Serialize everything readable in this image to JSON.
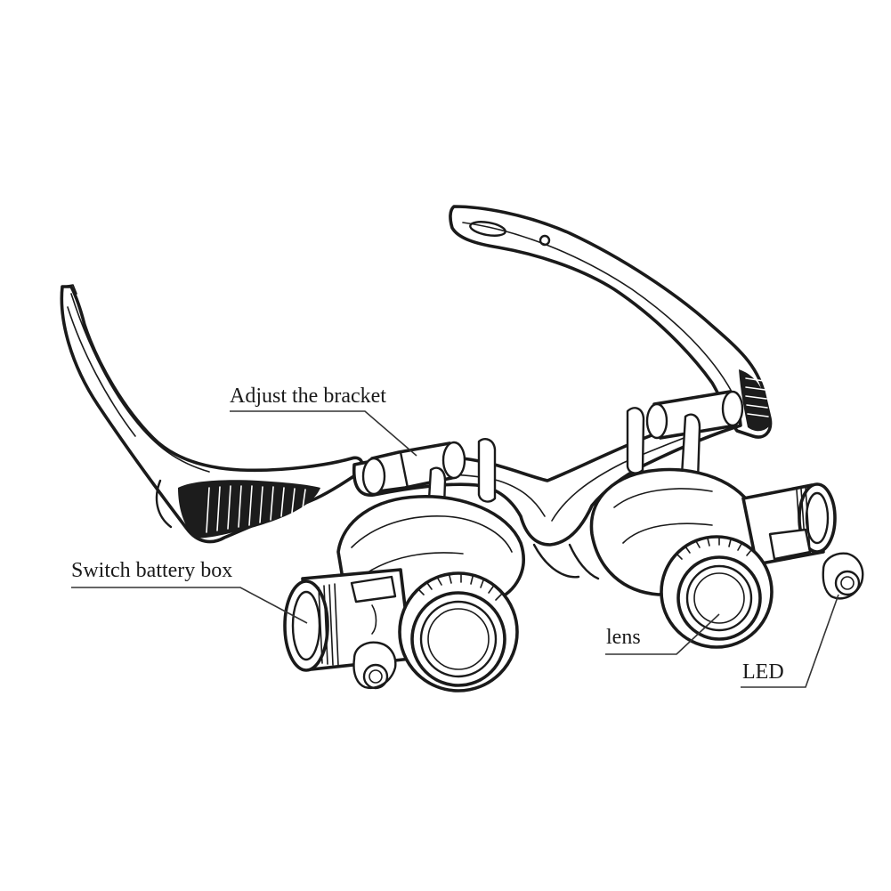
{
  "callouts": {
    "bracket": "Adjust the bracket",
    "battery": "Switch battery box",
    "lens": "lens",
    "led": "LED"
  }
}
